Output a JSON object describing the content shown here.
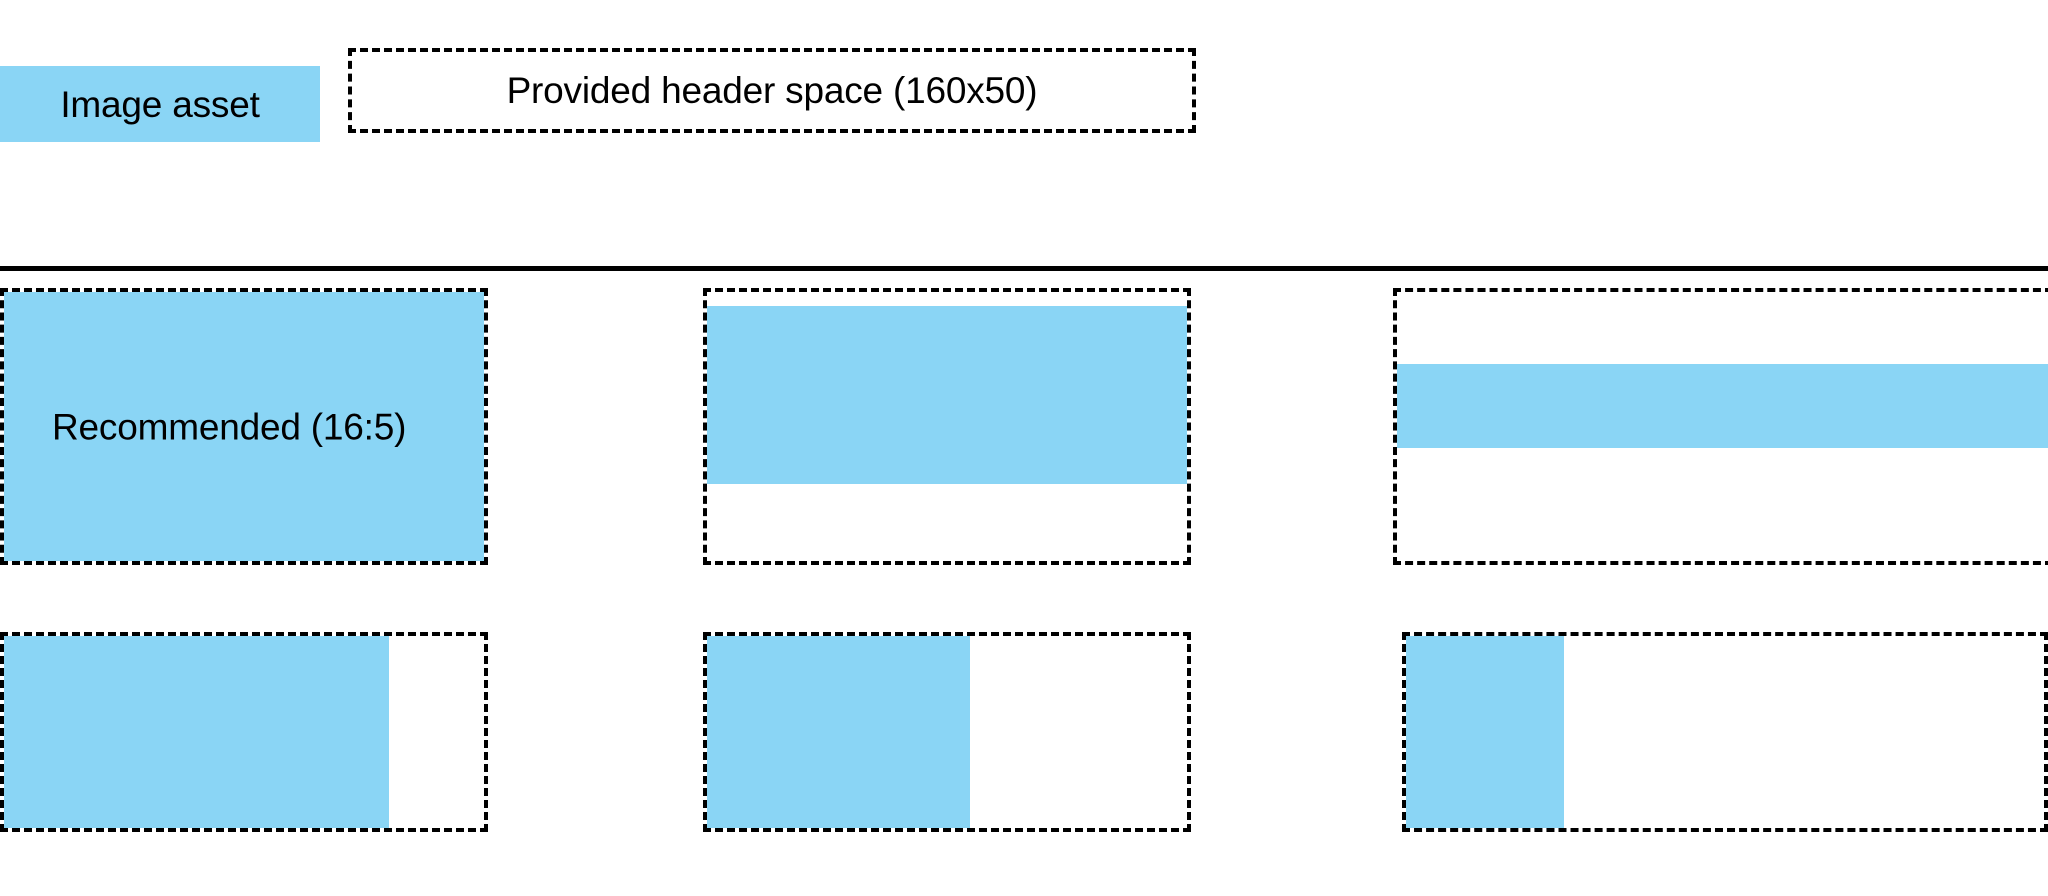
{
  "legend": {
    "swatch_label": "Image asset",
    "outline_label": "Provided header space (160x50)",
    "swatch_color": "#8AD5F5",
    "outline_color": "#000000"
  },
  "divider": {
    "color": "#000000"
  },
  "examples": {
    "recommended_label": "Recommended (16:5)",
    "rows": [
      {
        "row_name": "full-width-examples",
        "cards": [
          {
            "card_name": "recommended-16-5",
            "label": "Recommended (16:5)",
            "fill_color": "#8AD5F5",
            "fill_coverage": "full"
          },
          {
            "card_name": "shorter-asset-vertical-gap",
            "label": "",
            "fill_color": "#8AD5F5",
            "fill_coverage": "full-width-inset-height"
          },
          {
            "card_name": "thin-band-asset",
            "label": "",
            "fill_color": "#8AD5F5",
            "fill_coverage": "full-width-thin-band"
          }
        ]
      },
      {
        "row_name": "narrow-width-examples",
        "cards": [
          {
            "card_name": "narrow-asset-wide",
            "label": "",
            "fill_color": "#8AD5F5",
            "fill_coverage": "left-79-percent"
          },
          {
            "card_name": "narrow-asset-medium",
            "label": "",
            "fill_color": "#8AD5F5",
            "fill_coverage": "left-54-percent"
          },
          {
            "card_name": "narrow-asset-small",
            "label": "",
            "fill_color": "#8AD5F5",
            "fill_coverage": "left-24-percent"
          }
        ]
      }
    ]
  }
}
